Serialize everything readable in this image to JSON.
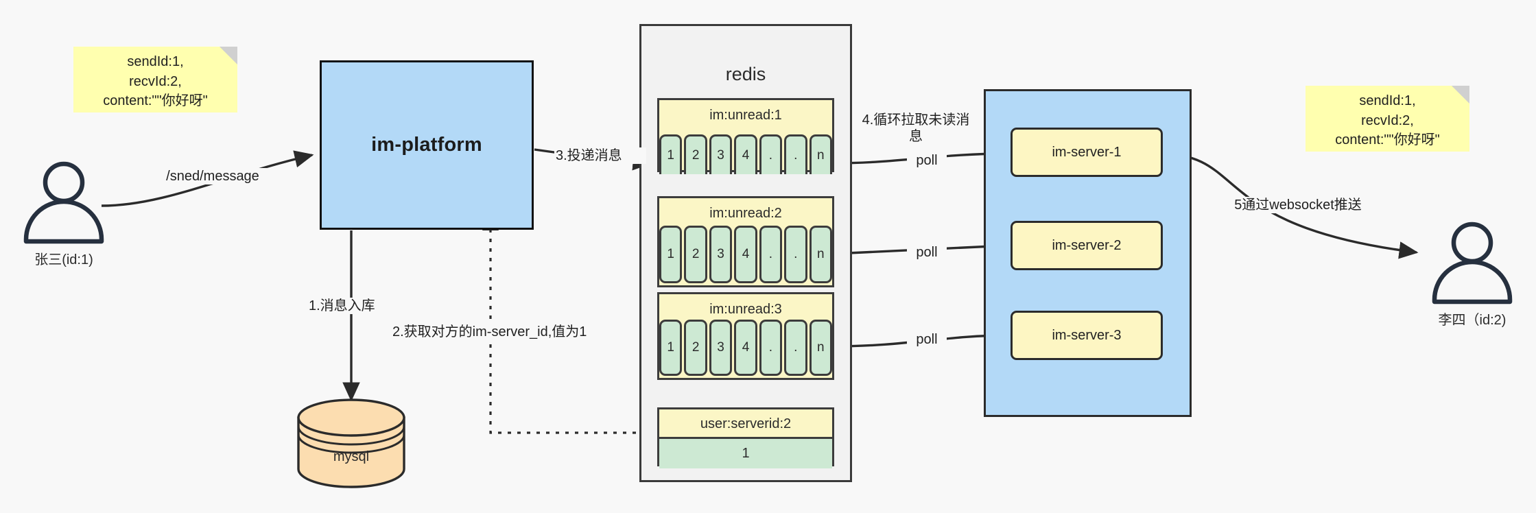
{
  "diagram": {
    "title": "IM message delivery architecture",
    "colors": {
      "background": "#f8f8f8",
      "note": "#ffffaf",
      "platform": "#b3d9f7",
      "redis_panel": "#f2f2f2",
      "queue_header": "#fbf6c6",
      "queue_cell": "#cde9d3",
      "server_panel": "#b3d9f7",
      "server_box": "#fdf6c3",
      "mysql": "#fcddb0",
      "stroke": "#2b2b2b"
    }
  },
  "notes": {
    "left": "sendId:1,\nrecvId:2,\ncontent:\"\"你好呀\"",
    "right": "sendId:1,\nrecvId:2,\ncontent:\"\"你好呀\""
  },
  "actors": {
    "sender": {
      "label": "张三(id:1)"
    },
    "receiver": {
      "label": "李四（id:2)"
    }
  },
  "nodes": {
    "platform": {
      "label": "im-platform"
    },
    "mysql": {
      "label": "mysql"
    },
    "redis": {
      "title": "redis"
    },
    "servers": [
      {
        "label": "im-server-1"
      },
      {
        "label": "im-server-2"
      },
      {
        "label": "im-server-3"
      }
    ]
  },
  "redis_structures": {
    "queues": [
      {
        "key": "im:unread:1",
        "cells": [
          "1",
          "2",
          "3",
          "4",
          ".",
          ".",
          "n"
        ],
        "cell_style": "top-round"
      },
      {
        "key": "im:unread:2",
        "cells": [
          "1",
          "2",
          "3",
          "4",
          ".",
          ".",
          "n"
        ],
        "cell_style": "all-round"
      },
      {
        "key": "im:unread:3",
        "cells": [
          "1",
          "2",
          "3",
          "4",
          ".",
          ".",
          "n"
        ],
        "cell_style": "all-round"
      }
    ],
    "kv": {
      "key": "user:serverid:2",
      "value": "1"
    }
  },
  "edges": {
    "send_message": "/sned/message",
    "step1": "1.消息入库",
    "step2": "2.获取对方的im-server_id,值为1",
    "step3": "3.投递消息",
    "step4": "4.循环拉取未读消\n息",
    "poll1": "poll",
    "poll2": "poll",
    "poll3": "poll",
    "step5": "5通过websocket推送"
  }
}
